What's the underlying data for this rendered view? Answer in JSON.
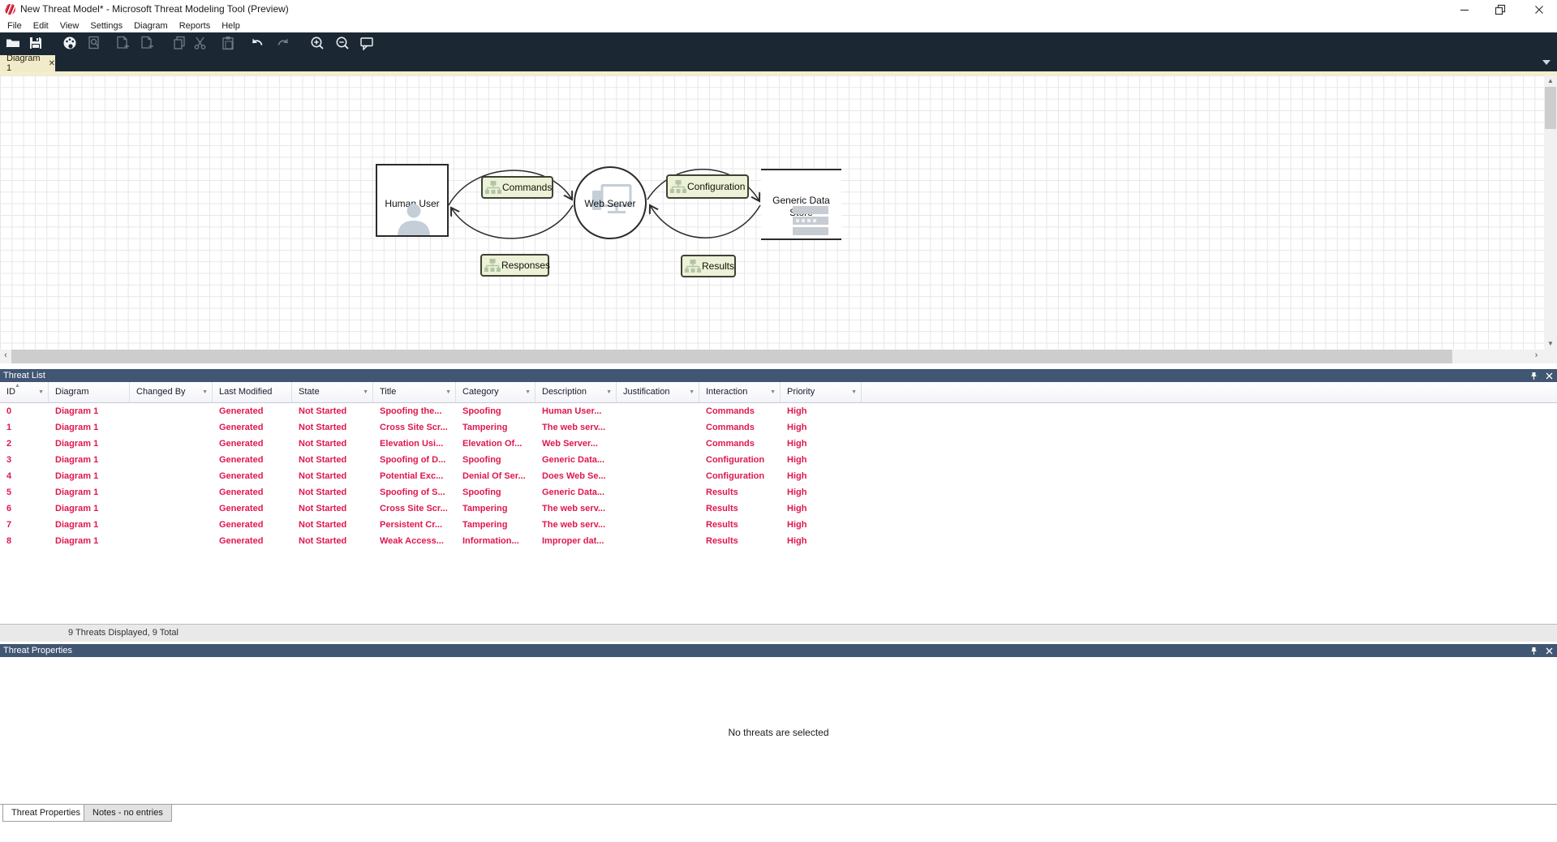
{
  "window": {
    "title": "New Threat Model* - Microsoft Threat Modeling Tool  (Preview)"
  },
  "menu": {
    "items": [
      "File",
      "Edit",
      "View",
      "Settings",
      "Diagram",
      "Reports",
      "Help"
    ]
  },
  "toolbar": {
    "icons": [
      "open",
      "save",
      "palette",
      "find-document",
      "add-page",
      "remove-page",
      "copy",
      "cut",
      "paste",
      "undo",
      "redo",
      "zoom-in",
      "zoom-out",
      "feedback"
    ]
  },
  "tab_bar": {
    "active_tab": "Diagram 1"
  },
  "diagram": {
    "nodes": [
      {
        "label": "Human User",
        "type": "external-interactor"
      },
      {
        "label": "Web Server",
        "type": "process"
      },
      {
        "label": "Generic Data Store",
        "type": "data-store"
      }
    ],
    "flows": [
      {
        "label": "Commands"
      },
      {
        "label": "Configuration"
      },
      {
        "label": "Responses"
      },
      {
        "label": "Results"
      }
    ]
  },
  "threat_list": {
    "title": "Threat List",
    "status": "9 Threats Displayed, 9 Total",
    "columns": [
      {
        "label": "ID",
        "filter": true,
        "sort": "asc"
      },
      {
        "label": "Diagram",
        "filter": false
      },
      {
        "label": "Changed By",
        "filter": true
      },
      {
        "label": "Last Modified",
        "filter": false
      },
      {
        "label": "State",
        "filter": true
      },
      {
        "label": "Title",
        "filter": true
      },
      {
        "label": "Category",
        "filter": true
      },
      {
        "label": "Description",
        "filter": true
      },
      {
        "label": "Justification",
        "filter": true
      },
      {
        "label": "Interaction",
        "filter": true
      },
      {
        "label": "Priority",
        "filter": true
      }
    ],
    "rows": [
      {
        "id": "0",
        "diagram": "Diagram 1",
        "changed_by": "",
        "last_modified": "Generated",
        "state": "Not Started",
        "title": "Spoofing the...",
        "category": "Spoofing",
        "description": "Human User...",
        "justification": "",
        "interaction": "Commands",
        "priority": "High"
      },
      {
        "id": "1",
        "diagram": "Diagram 1",
        "changed_by": "",
        "last_modified": "Generated",
        "state": "Not Started",
        "title": "Cross Site Scr...",
        "category": "Tampering",
        "description": "The web serv...",
        "justification": "",
        "interaction": "Commands",
        "priority": "High"
      },
      {
        "id": "2",
        "diagram": "Diagram 1",
        "changed_by": "",
        "last_modified": "Generated",
        "state": "Not Started",
        "title": "Elevation Usi...",
        "category": "Elevation Of...",
        "description": "Web Server...",
        "justification": "",
        "interaction": "Commands",
        "priority": "High"
      },
      {
        "id": "3",
        "diagram": "Diagram 1",
        "changed_by": "",
        "last_modified": "Generated",
        "state": "Not Started",
        "title": "Spoofing of D...",
        "category": "Spoofing",
        "description": "Generic Data...",
        "justification": "",
        "interaction": "Configuration",
        "priority": "High"
      },
      {
        "id": "4",
        "diagram": "Diagram 1",
        "changed_by": "",
        "last_modified": "Generated",
        "state": "Not Started",
        "title": "Potential Exc...",
        "category": "Denial Of Ser...",
        "description": "Does Web Se...",
        "justification": "",
        "interaction": "Configuration",
        "priority": "High"
      },
      {
        "id": "5",
        "diagram": "Diagram 1",
        "changed_by": "",
        "last_modified": "Generated",
        "state": "Not Started",
        "title": "Spoofing of S...",
        "category": "Spoofing",
        "description": "Generic Data...",
        "justification": "",
        "interaction": "Results",
        "priority": "High"
      },
      {
        "id": "6",
        "diagram": "Diagram 1",
        "changed_by": "",
        "last_modified": "Generated",
        "state": "Not Started",
        "title": "Cross Site Scr...",
        "category": "Tampering",
        "description": "The web serv...",
        "justification": "",
        "interaction": "Results",
        "priority": "High"
      },
      {
        "id": "7",
        "diagram": "Diagram 1",
        "changed_by": "",
        "last_modified": "Generated",
        "state": "Not Started",
        "title": "Persistent Cr...",
        "category": "Tampering",
        "description": "The web serv...",
        "justification": "",
        "interaction": "Results",
        "priority": "High"
      },
      {
        "id": "8",
        "diagram": "Diagram 1",
        "changed_by": "",
        "last_modified": "Generated",
        "state": "Not Started",
        "title": "Weak Access...",
        "category": "Information...",
        "description": "Improper dat...",
        "justification": "",
        "interaction": "Results",
        "priority": "High"
      }
    ]
  },
  "threat_properties": {
    "title": "Threat Properties",
    "empty_message": "No threats are selected"
  },
  "bottom_tabs": [
    {
      "label": "Threat Properties",
      "active": true
    },
    {
      "label": "Notes - no entries",
      "active": false
    }
  ],
  "colors": {
    "panel_header": "#405672",
    "toolbar_bg": "#1b2834",
    "tab_cream": "#f2ebc9",
    "threat_text": "#e0174d",
    "flow_label_bg": "#ecf1d7"
  }
}
